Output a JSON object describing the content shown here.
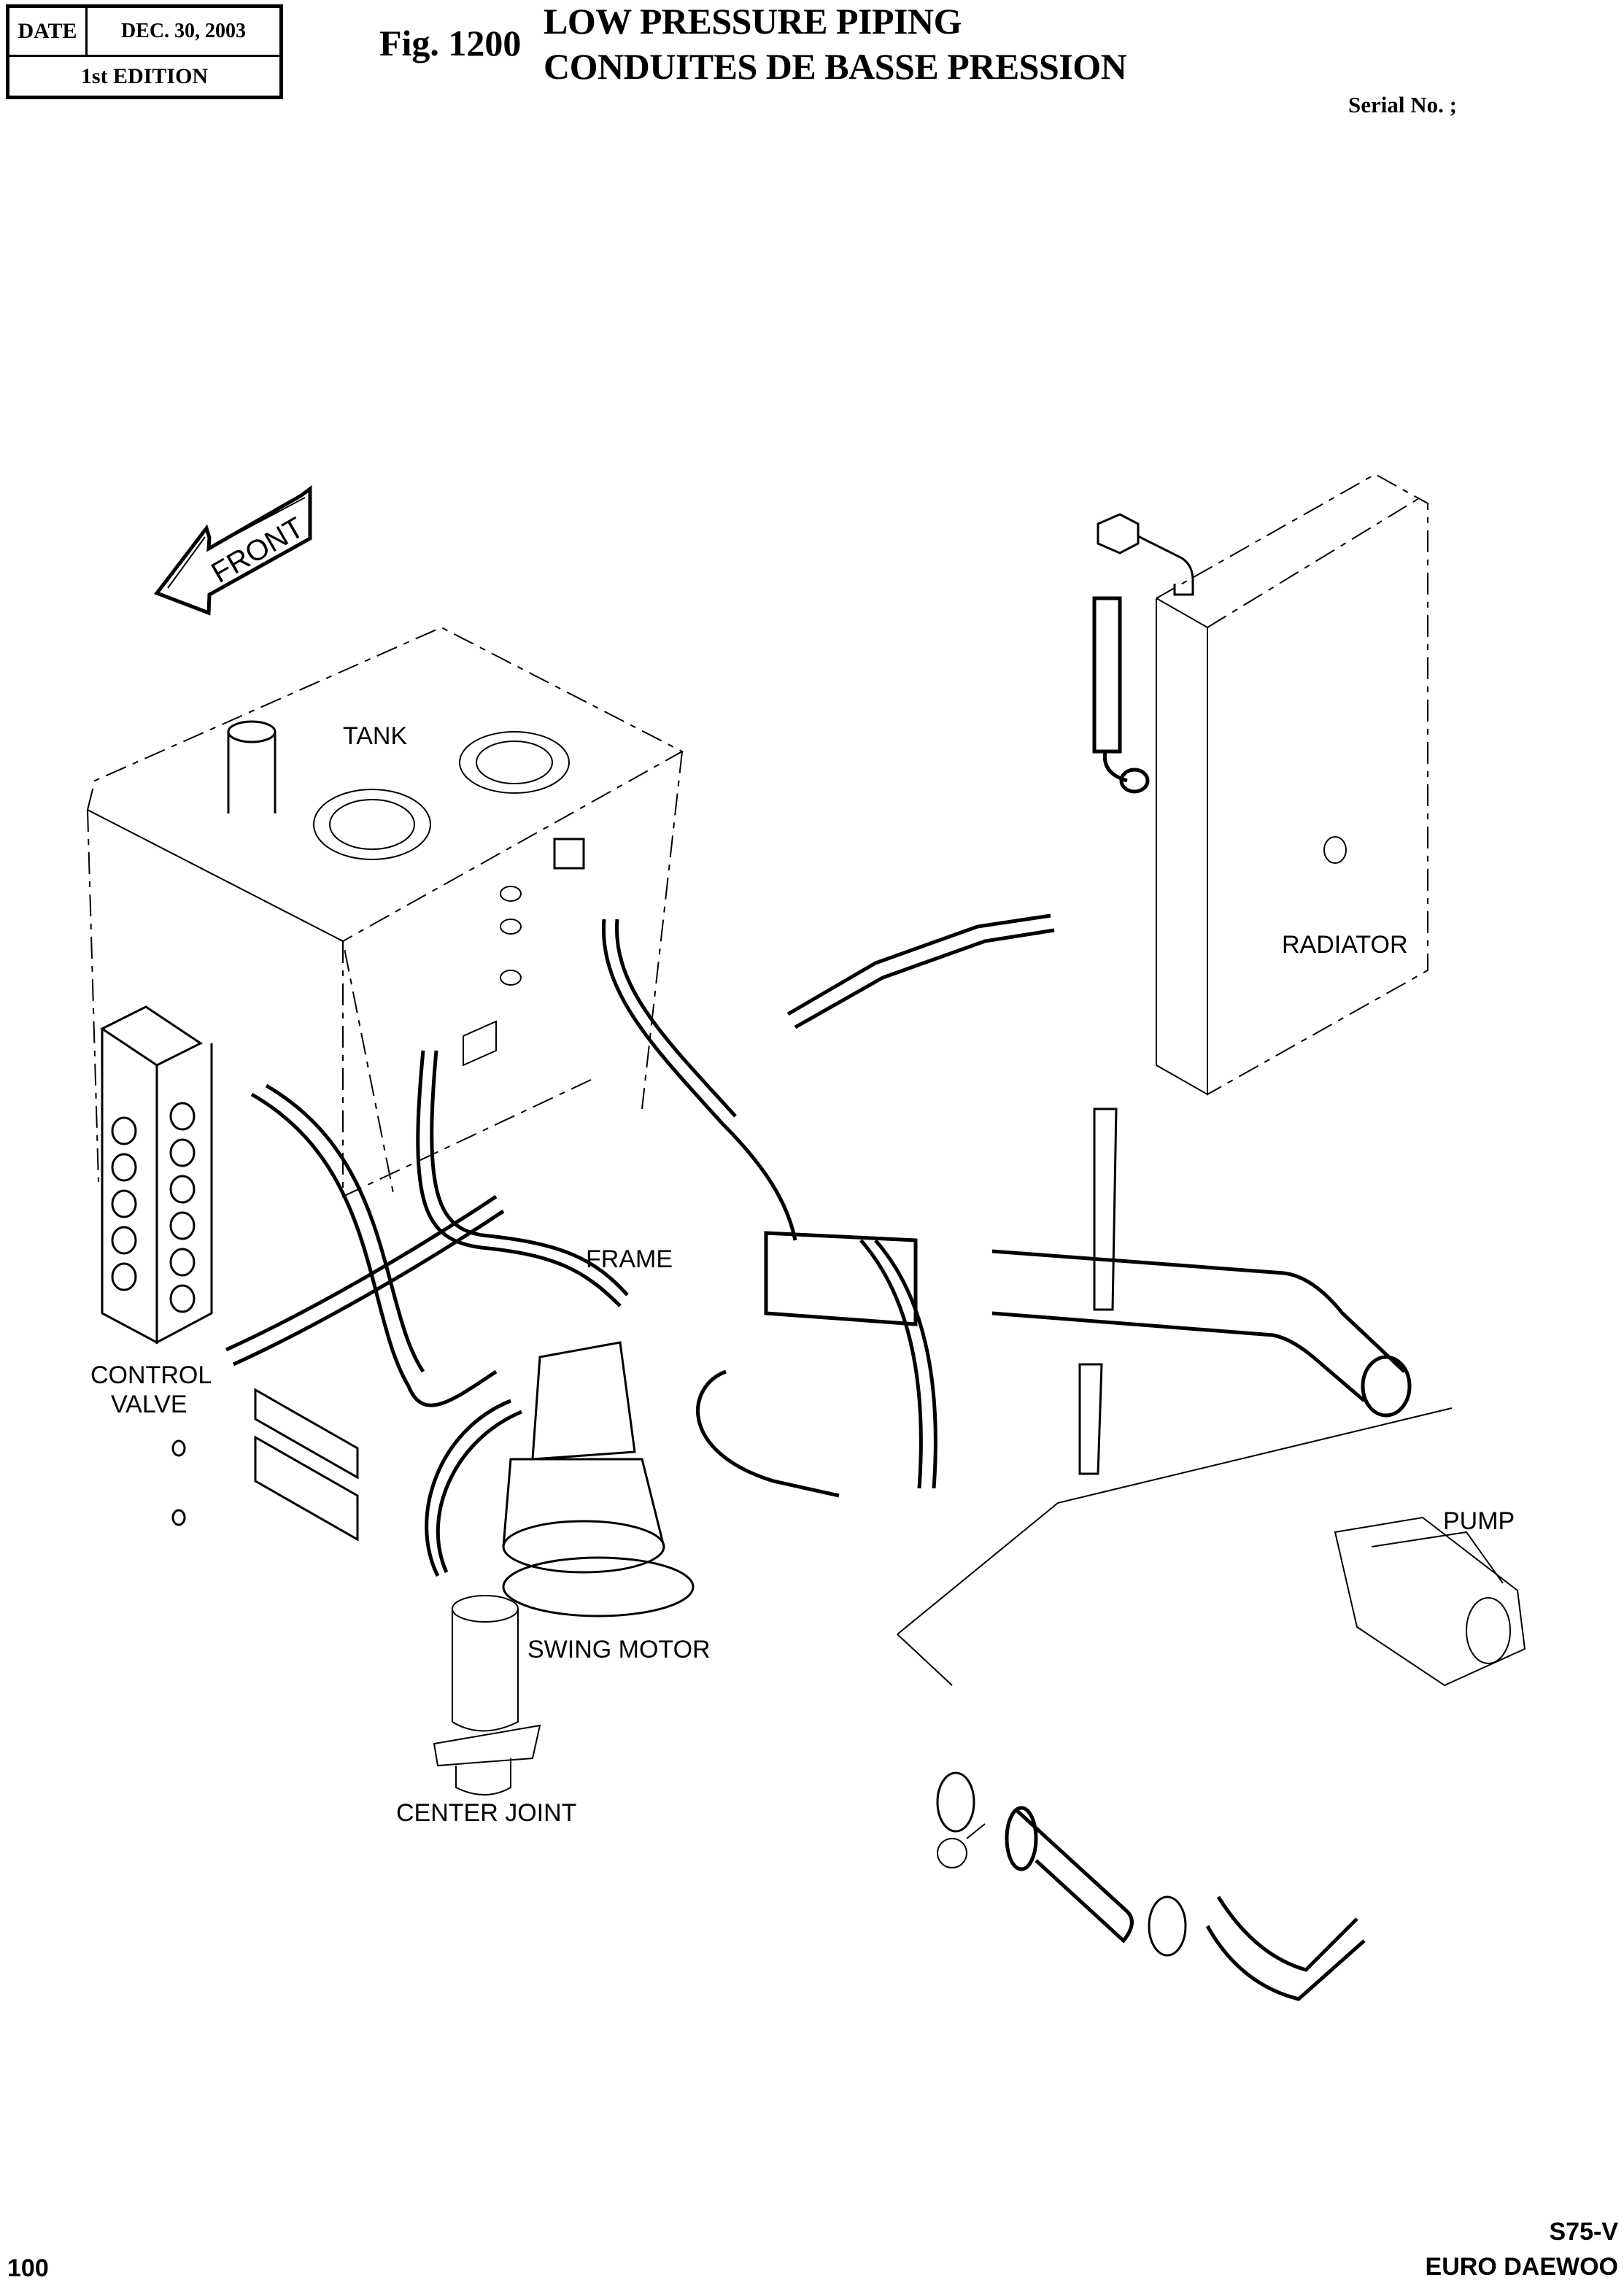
{
  "header": {
    "date_label": "DATE",
    "date_value": "DEC. 30, 2003",
    "edition": "1st EDITION",
    "figure_number": "Fig. 1200",
    "title_en": "LOW PRESSURE PIPING",
    "title_fr": "CONDUITES DE BASSE PRESSION",
    "serial_label": "Serial No. ;"
  },
  "diagram": {
    "orientation_arrow": "FRONT",
    "component_labels": {
      "tank": "TANK",
      "radiator": "RADIATOR",
      "frame": "FRAME",
      "control_valve_line1": "CONTROL",
      "control_valve_line2": "VALVE",
      "swing_motor": "SWING MOTOR",
      "center_joint": "CENTER JOINT",
      "pump": "PUMP"
    }
  },
  "footer": {
    "page_number": "100",
    "model": "S75-V",
    "brand": "EURO DAEWOO"
  }
}
